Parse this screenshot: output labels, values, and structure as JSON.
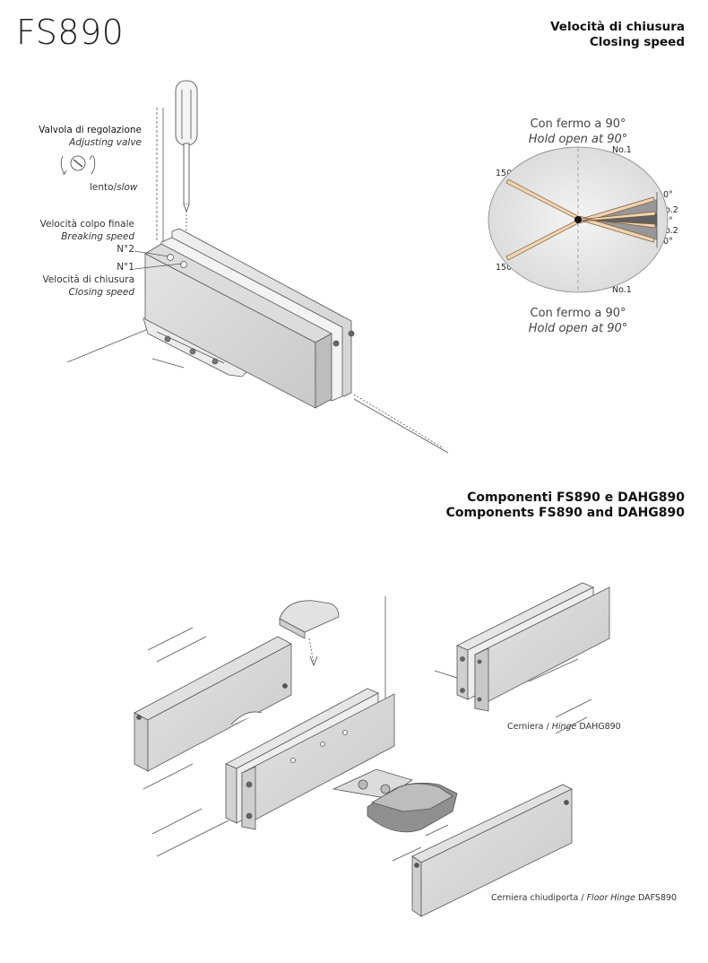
{
  "title": "FS890",
  "closing_speed_header": {
    "it": "Velocità di chiusura",
    "en": "Closing speed"
  },
  "adjusting_valve": {
    "it": "Valvola di regolazione",
    "en": "Adjusting valve",
    "slow": "lento/",
    "slow_en": "slow"
  },
  "breaking_speed": {
    "it": "Velocità colpo finale",
    "en": "Breaking speed",
    "no": "N°2"
  },
  "closing_speed_label": {
    "it": "Velocità di chiusura",
    "en": "Closing speed",
    "no": "N°1"
  },
  "hold_open_top": {
    "it": "Con fermo a 90°",
    "en": "Hold open at 90°"
  },
  "hold_open_bottom": {
    "it": "Con fermo a 90°",
    "en": "Hold open at 90°"
  },
  "angle_labels": {
    "a150_top": "150°",
    "a150_bottom": "150°",
    "a10_top": "10°",
    "a10_bottom": "10°",
    "a0": "0°",
    "no1_top": "No.1",
    "no1_bottom": "No.1",
    "no2_top": "No.2",
    "no2_bottom": "No.2"
  },
  "components_header": {
    "it": "Componenti FS890 e DAHG890",
    "en": "Components FS890 and DAHG890"
  },
  "hinge_caption": {
    "it": "Cerniera /",
    "en": "Hinge",
    "code": "DAHG890"
  },
  "floor_hinge_caption": {
    "it": "Cerniera chiudiporta /",
    "en": "Floor Hinge",
    "code": "DAFS890"
  }
}
